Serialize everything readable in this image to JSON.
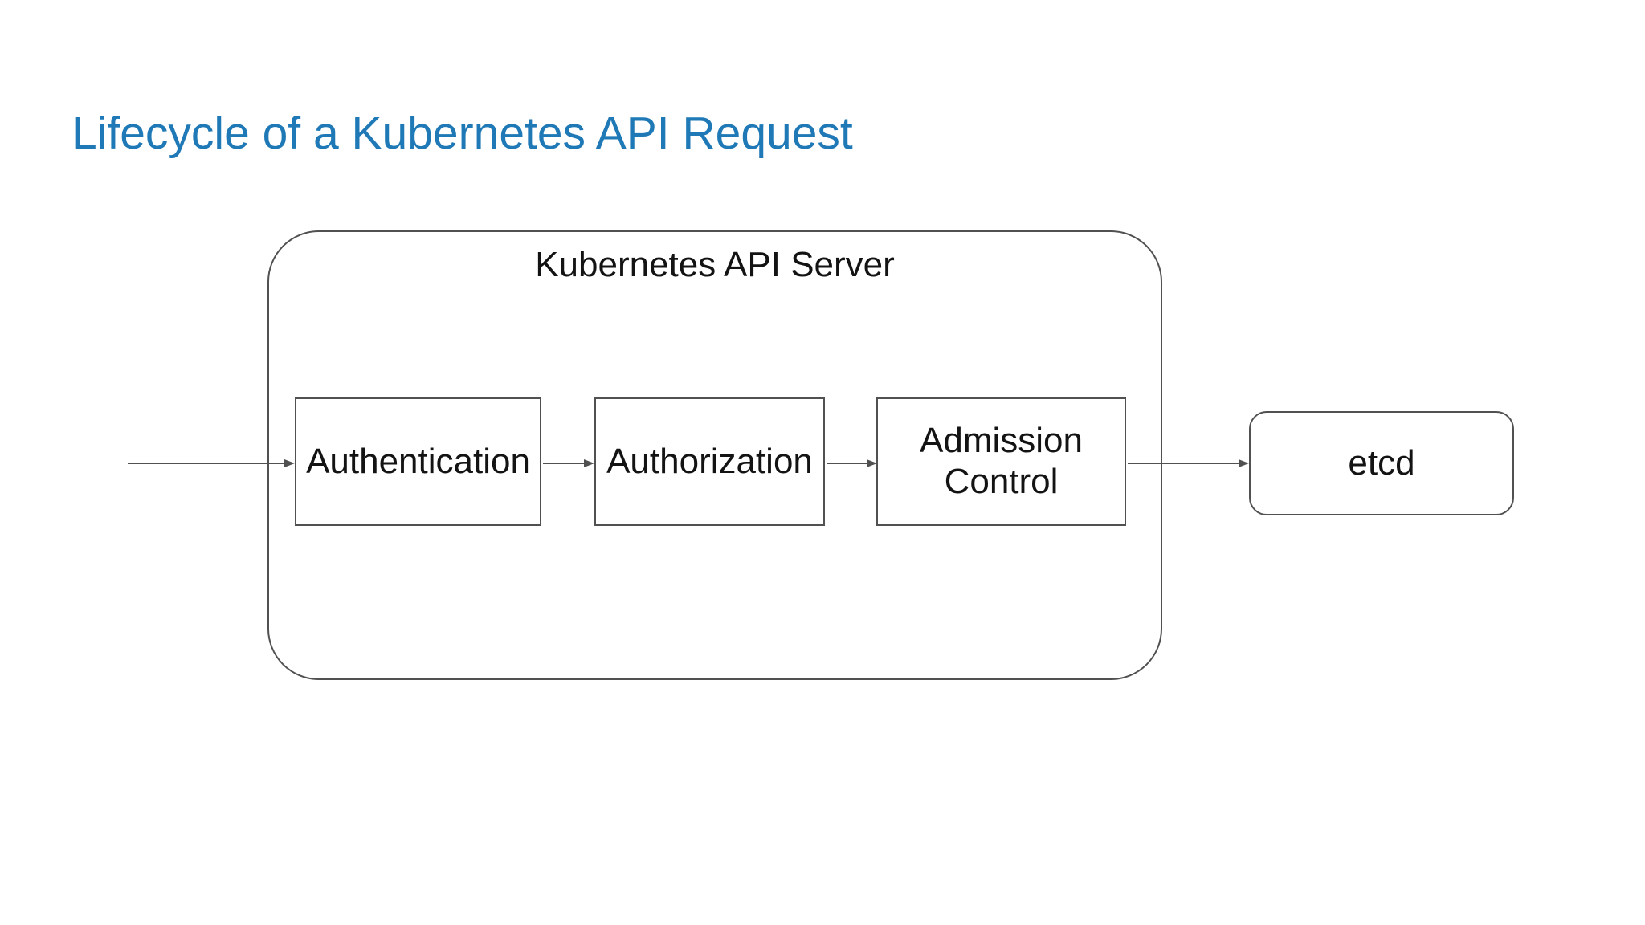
{
  "theme": {
    "background": "#ffffff",
    "title-color": "#1e79b6",
    "stroke": "#515151",
    "text-color": "#131313",
    "node-fill": "#ffffff"
  },
  "title": "Lifecycle of a Kubernetes API Request",
  "diagram": {
    "container_label": "Kubernetes API Server",
    "nodes": {
      "authentication": "Authentication",
      "authorization": "Authorization",
      "admission_control": "Admission Control",
      "etcd": "etcd"
    },
    "edges": [
      {
        "from": "incoming-request",
        "to": "authentication"
      },
      {
        "from": "authentication",
        "to": "authorization"
      },
      {
        "from": "authorization",
        "to": "admission_control"
      },
      {
        "from": "admission_control",
        "to": "etcd"
      }
    ]
  }
}
